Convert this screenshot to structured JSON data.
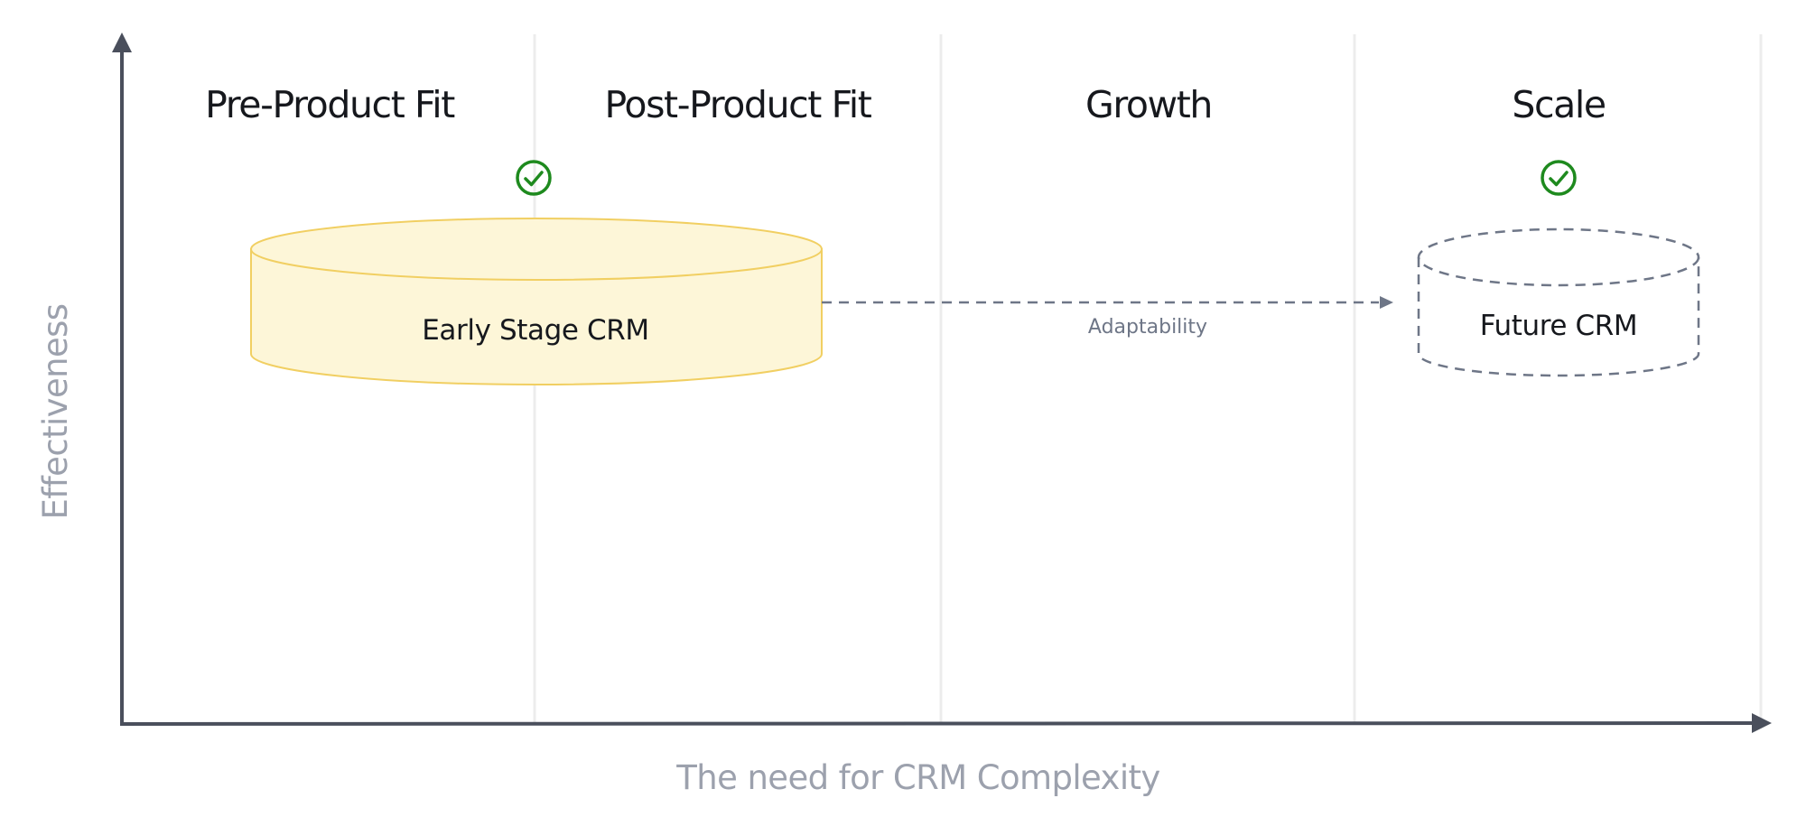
{
  "stages": [
    {
      "title": "Pre-Product Fit"
    },
    {
      "title": "Post-Product Fit"
    },
    {
      "title": "Growth"
    },
    {
      "title": "Scale"
    }
  ],
  "axes": {
    "x_label": "The need for CRM Complexity",
    "y_label": "Effectiveness"
  },
  "early_crm": {
    "label": "Early Stage CRM",
    "fill_color": "#fdf6d8",
    "stroke_color": "#f1cf62"
  },
  "future_crm": {
    "label": "Future CRM",
    "stroke_color": "#6e7687"
  },
  "connector": {
    "label": "Adaptability"
  },
  "check_icon_color": "#1e8a1e",
  "axis_color": "#4a4f5c",
  "divider_color": "#ececec"
}
